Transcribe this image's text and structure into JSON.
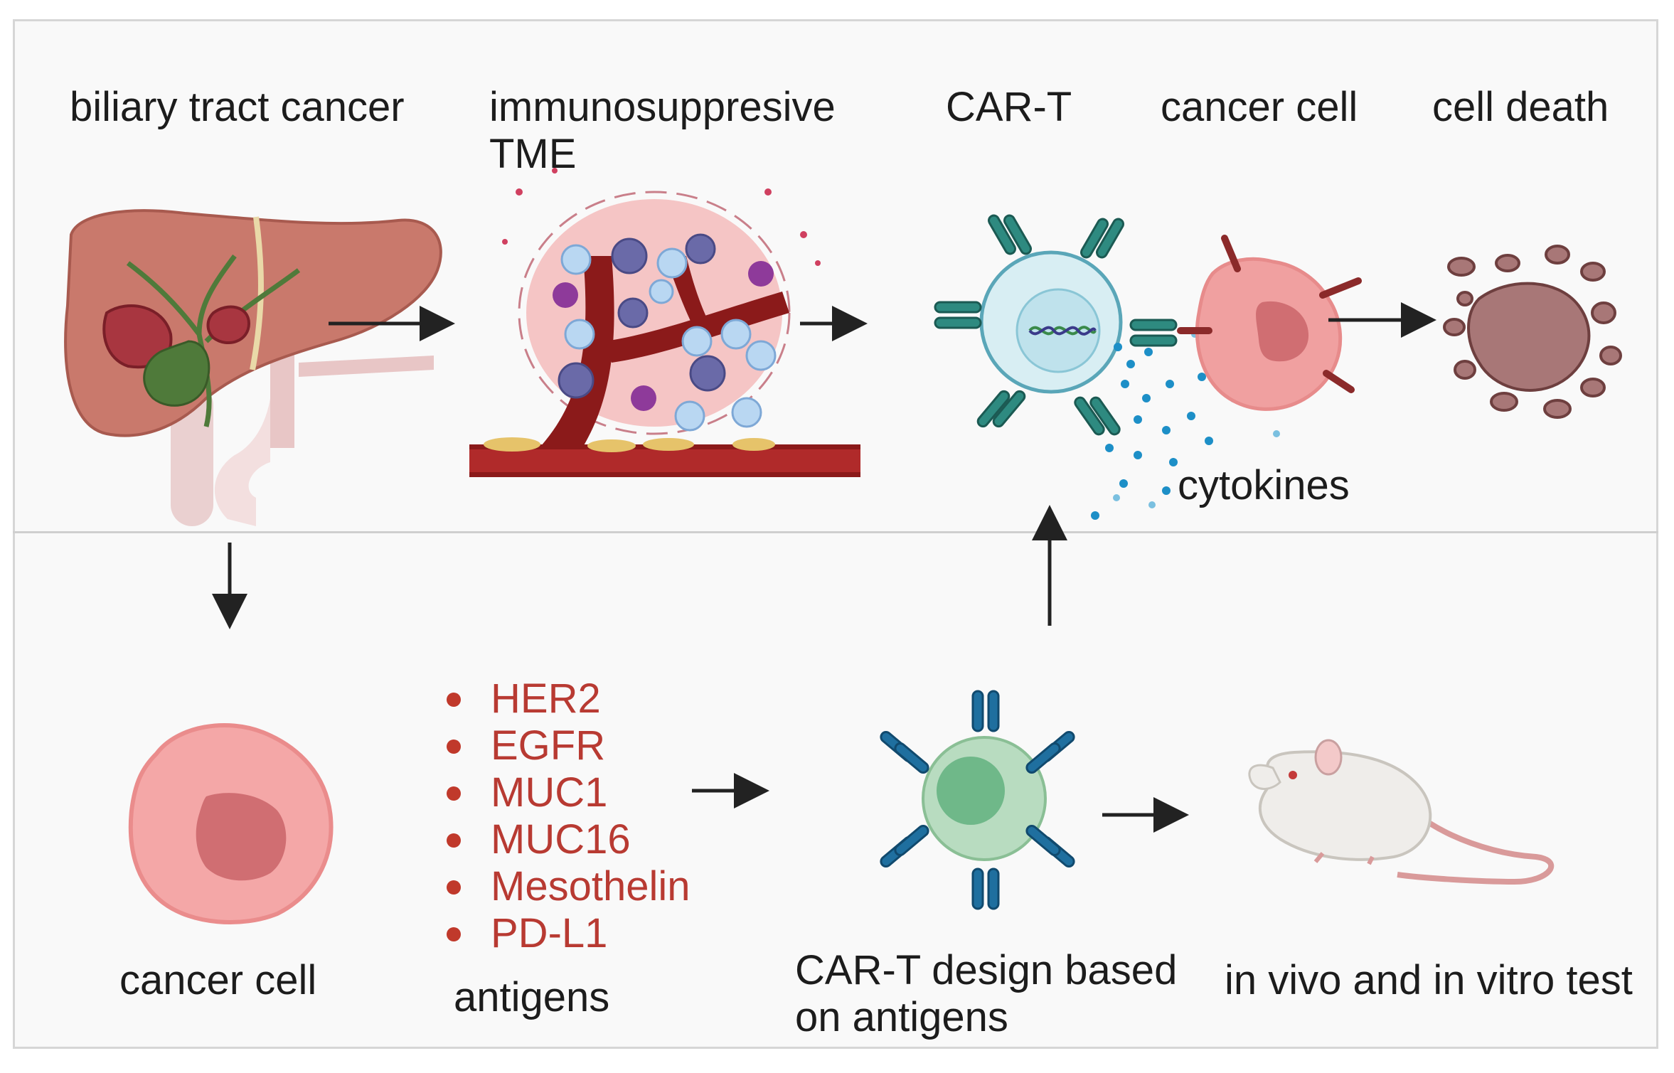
{
  "labels": {
    "biliary_tract_cancer": "biliary tract cancer",
    "immunosuppressive_line1": "immunosuppresive",
    "immunosuppressive_line2": "TME",
    "car_t": "CAR-T",
    "cancer_cell_top": "cancer cell",
    "cell_death": "cell death",
    "liver": "liver",
    "cytokines": "cytokines",
    "cancer_cell_bottom": "cancer cell",
    "antigens": "antigens",
    "car_t_design_line1": "CAR-T design based",
    "car_t_design_line2": "on antigens",
    "in_vivo_test": "in vivo and in vitro test"
  },
  "antigens": [
    "HER2",
    "EGFR",
    "MUC1",
    "MUC16",
    "Mesothelin",
    "PD-L1"
  ],
  "colors": {
    "liver": "#c9796c",
    "tumor": "#a83640",
    "vessel": "#8b1a1a",
    "cart_cell": "#d8eef3",
    "receptor_teal": "#2e8a80",
    "receptor_blue": "#1f6f9f",
    "cancer_cell": "#f0a0a0",
    "cancer_nucleus": "#d06e72",
    "dead_cell": "#a87777",
    "cytokine": "#1d8fc7",
    "car_t_design_cell": "#b8dcc0"
  }
}
